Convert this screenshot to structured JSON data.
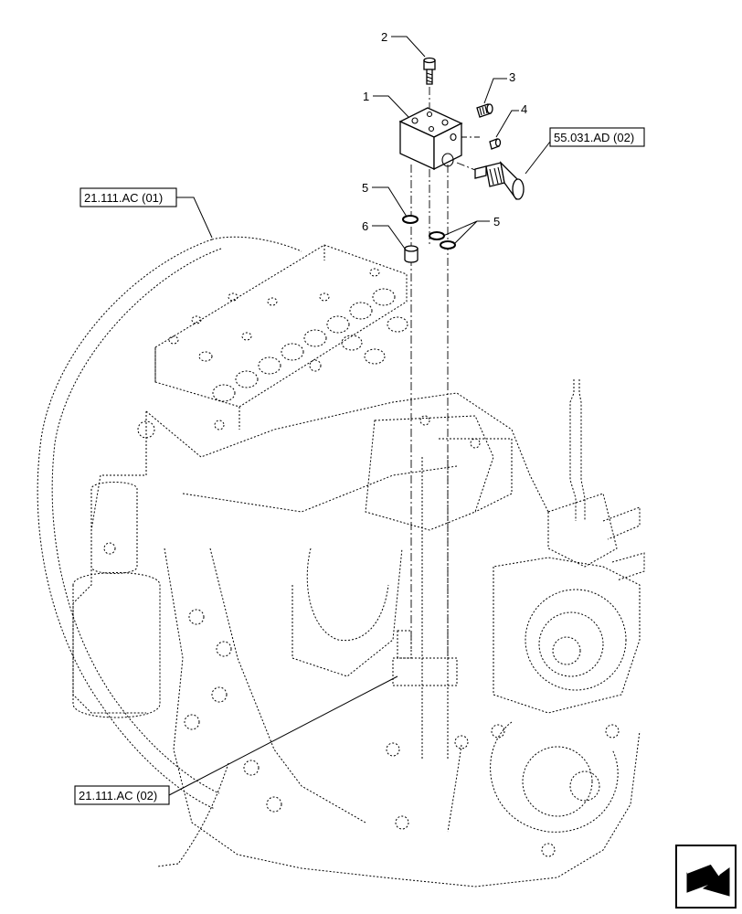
{
  "callouts": {
    "c1": "1",
    "c2": "2",
    "c3": "3",
    "c4": "4",
    "c5a": "5",
    "c5b": "5",
    "c6": "6"
  },
  "references": {
    "ref_top_right": "55.031.AD (02)",
    "ref_left_top": "21.111.AC (01)",
    "ref_left_bottom": "21.111.AC (02)"
  },
  "nav_icon": "next-page-arrow-icon"
}
